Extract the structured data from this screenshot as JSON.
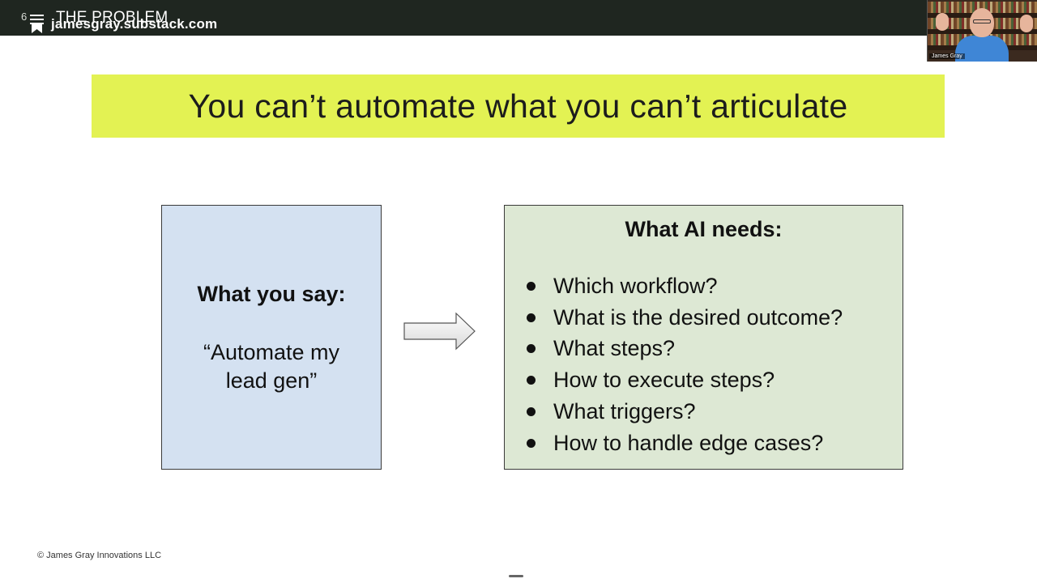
{
  "topbar": {
    "slide_number": "6",
    "section_title": "THE PROBLEM",
    "site_url": "jamesgray.substack.com"
  },
  "webcam": {
    "participant_name": "James Gray"
  },
  "slide": {
    "title": "You can’t automate what you can’t articulate",
    "left_box": {
      "heading": "What you say:",
      "quote": "“Automate my lead gen”"
    },
    "right_box": {
      "heading": "What AI needs:",
      "items": [
        "Which workflow?",
        "What is the desired outcome?",
        "What steps?",
        "How to execute steps?",
        "What triggers?",
        "How to handle edge cases?"
      ]
    }
  },
  "footer": {
    "copyright": "© James Gray Innovations LLC"
  },
  "colors": {
    "banner": "#e3f253",
    "left_box": "#d4e1f1",
    "right_box": "#dde8d4",
    "topbar": "#1f2620"
  },
  "icons": [
    "menu-icon",
    "bookmark-icon",
    "right-arrow-icon"
  ]
}
